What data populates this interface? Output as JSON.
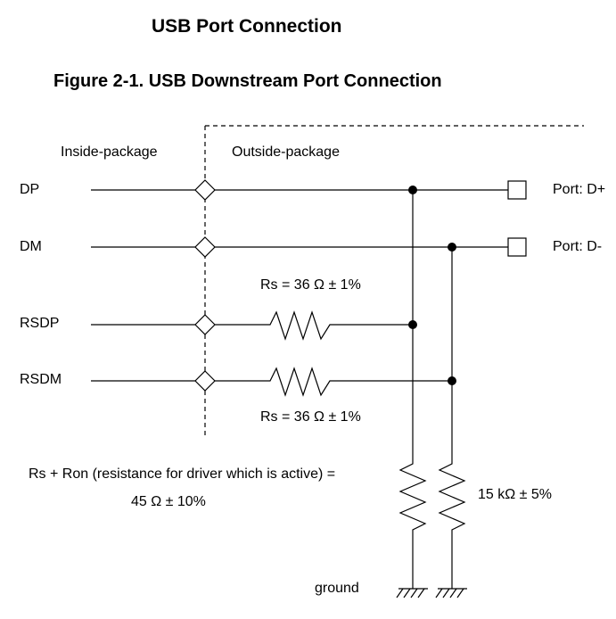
{
  "header": {
    "section_title": "USB Port Connection",
    "figure_title": "Figure 2-1.  USB Downstream Port Connection"
  },
  "regions": {
    "inside": "Inside-package",
    "outside": "Outside-package"
  },
  "signals": {
    "dp": "DP",
    "dm": "DM",
    "rsdp": "RSDP",
    "rsdm": "RSDM"
  },
  "ports": {
    "dplus": "Port: D+",
    "dminus": "Port: D-"
  },
  "components": {
    "rs_top": "Rs = 36 Ω ± 1%",
    "rs_bottom": "Rs = 36 Ω ± 1%",
    "pulldown": "15 kΩ ± 5%"
  },
  "notes": {
    "line1": "Rs  + Ron (resistance for driver which is active) =",
    "line2": "45 Ω ± 10%"
  },
  "ground": "ground"
}
